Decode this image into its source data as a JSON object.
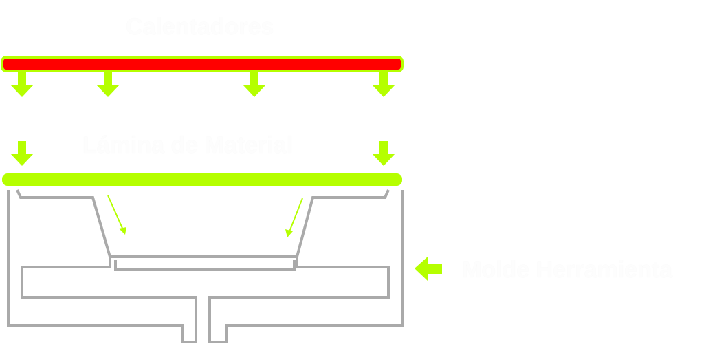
{
  "labels": {
    "heaters": "Calentadores",
    "sheet": "Lámina de Material",
    "mold": "Molde Herramienta"
  },
  "colors": {
    "heater_fill": "#ff0000",
    "accent_green": "#b5ff00",
    "mold_outline": "#aaaaaa",
    "text": "#ffffff"
  },
  "icons": [
    "arrow-down-icon",
    "arrow-left-icon",
    "arrow-diagonal-icon"
  ]
}
